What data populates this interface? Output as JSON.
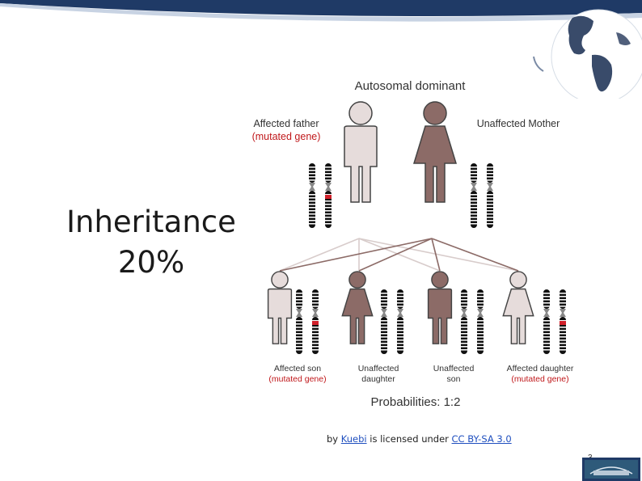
{
  "slide": {
    "title_line1": "Inheritance",
    "title_line2": "20%",
    "page_number": "3"
  },
  "diagram": {
    "title": "Autosomal dominant",
    "parents": {
      "father": {
        "label": "Affected father",
        "note": "(mutated gene)"
      },
      "mother": {
        "label": "Unaffected Mother"
      }
    },
    "children": [
      {
        "label": "Affected son",
        "note": "(mutated gene)"
      },
      {
        "label": "Unaffected",
        "label2": "daughter"
      },
      {
        "label": "Unaffected",
        "label2": "son"
      },
      {
        "label": "Affected daughter",
        "note": "(mutated gene)"
      }
    ],
    "probabilities": "Probabilities: 1:2",
    "colors": {
      "affected": "#e6dcdb",
      "unaffected": "#8c6b67",
      "mutation": "#d0202a",
      "banner": "#1f3a66"
    }
  },
  "credit": {
    "prefix": "by ",
    "author": "Kuebi",
    "middle": " is licensed under ",
    "license": "CC BY-SA 3.0"
  }
}
